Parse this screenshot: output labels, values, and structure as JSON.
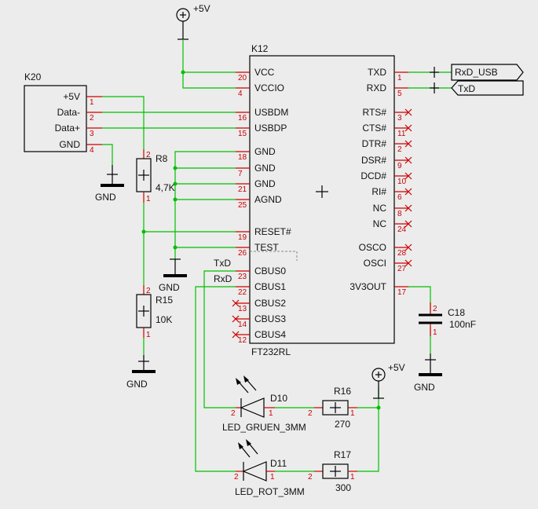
{
  "supply_top": "+5V",
  "supply_led": "+5V",
  "gnd_labels": [
    "GND",
    "GND",
    "GND",
    "GND"
  ],
  "k20": {
    "ref": "K20",
    "pins": [
      {
        "name": "+5V",
        "num": "1"
      },
      {
        "name": "Data-",
        "num": "2"
      },
      {
        "name": "Data+",
        "num": "3"
      },
      {
        "name": "GND",
        "num": "4"
      }
    ]
  },
  "ic": {
    "ref": "K12",
    "value": "FT232RL",
    "left_pins": [
      {
        "name": "VCC",
        "num": "20"
      },
      {
        "name": "VCCIO",
        "num": "4"
      },
      {
        "name": "USBDM",
        "num": "16"
      },
      {
        "name": "USBDP",
        "num": "15"
      },
      {
        "name": "GND",
        "num": "18"
      },
      {
        "name": "GND",
        "num": "7"
      },
      {
        "name": "GND",
        "num": "21"
      },
      {
        "name": "AGND",
        "num": "25"
      },
      {
        "name": "RESET#",
        "num": "19"
      },
      {
        "name": "TEST",
        "num": "26"
      },
      {
        "name": "CBUS0",
        "num": "23"
      },
      {
        "name": "CBUS1",
        "num": "22"
      },
      {
        "name": "CBUS2",
        "num": "13"
      },
      {
        "name": "CBUS3",
        "num": "14"
      },
      {
        "name": "CBUS4",
        "num": "12"
      }
    ],
    "right_pins": [
      {
        "name": "TXD",
        "num": "1"
      },
      {
        "name": "RXD",
        "num": "5"
      },
      {
        "name": "RTS#",
        "num": "3"
      },
      {
        "name": "CTS#",
        "num": "11"
      },
      {
        "name": "DTR#",
        "num": "2"
      },
      {
        "name": "DSR#",
        "num": "9"
      },
      {
        "name": "DCD#",
        "num": "10"
      },
      {
        "name": "RI#",
        "num": "6"
      },
      {
        "name": "NC",
        "num": "8"
      },
      {
        "name": "NC",
        "num": "24"
      },
      {
        "name": "OSCO",
        "num": "28"
      },
      {
        "name": "OSCI",
        "num": "27"
      },
      {
        "name": "3V3OUT",
        "num": "17"
      }
    ]
  },
  "net_labels": {
    "rxd_usb": "RxD_USB",
    "txd_out": "TxD",
    "txd_wire": "TxD",
    "rxd_wire": "RxD"
  },
  "r8": {
    "ref": "R8",
    "value": "4,7K",
    "pin_a": "2",
    "pin_b": "1"
  },
  "r15": {
    "ref": "R15",
    "value": "10K",
    "pin_a": "2",
    "pin_b": "1"
  },
  "r16": {
    "ref": "R16",
    "value": "270",
    "pin_a": "2",
    "pin_b": "1"
  },
  "r17": {
    "ref": "R17",
    "value": "300",
    "pin_a": "2",
    "pin_b": "1"
  },
  "c18": {
    "ref": "C18",
    "value": "100nF",
    "pin_a": "2",
    "pin_b": "1"
  },
  "d10": {
    "ref": "D10",
    "value": "LED_GRUEN_3MM",
    "pin_a": "2",
    "pin_b": "1"
  },
  "d11": {
    "ref": "D11",
    "value": "LED_ROT_3MM",
    "pin_a": "2",
    "pin_b": "1"
  }
}
